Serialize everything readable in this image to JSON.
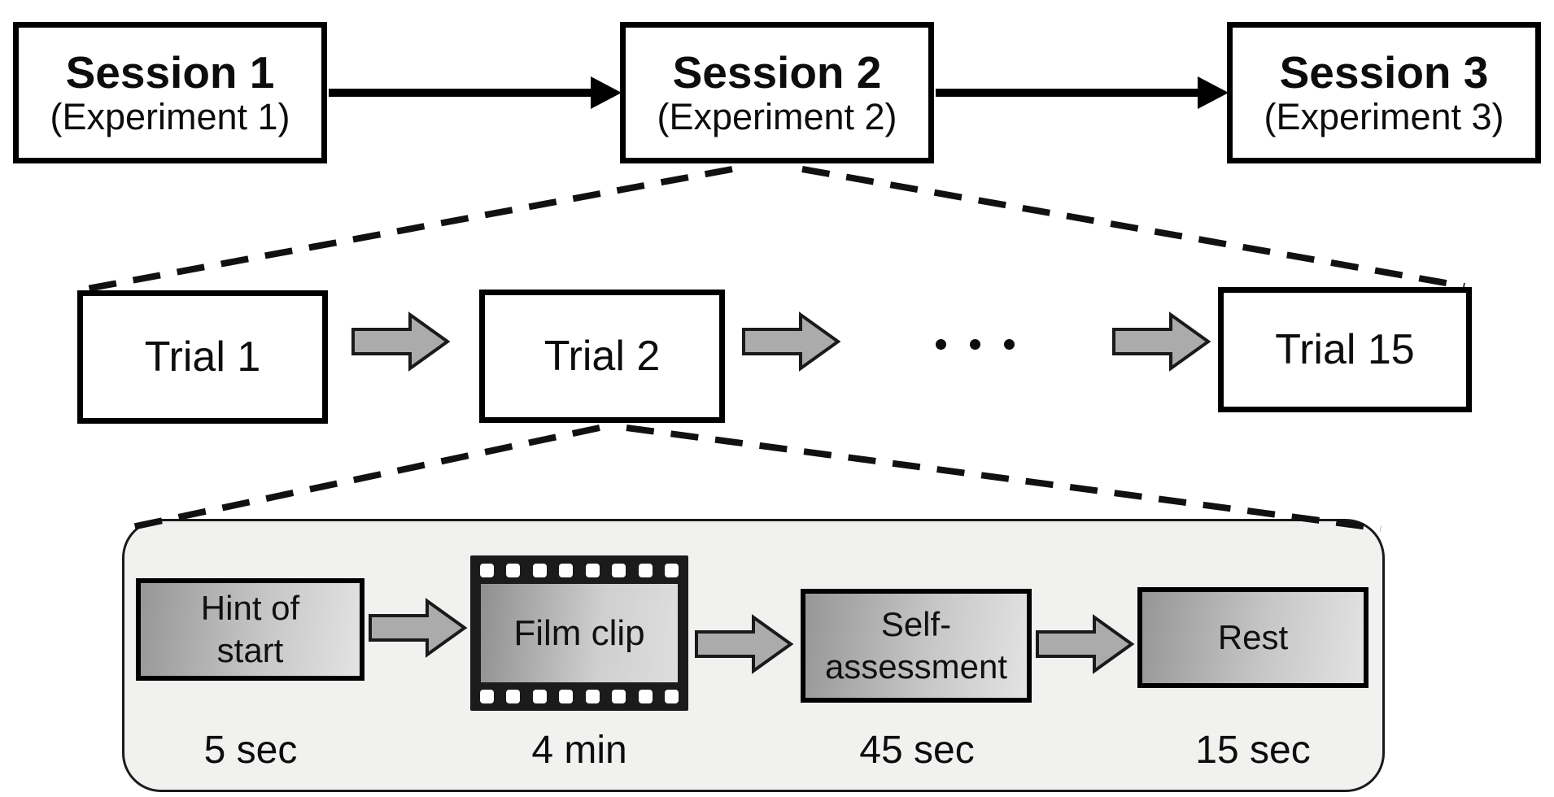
{
  "sessions": [
    {
      "title": "Session 1",
      "subtitle": "(Experiment 1)"
    },
    {
      "title": "Session 2",
      "subtitle": "(Experiment 2)"
    },
    {
      "title": "Session 3",
      "subtitle": "(Experiment 3)"
    }
  ],
  "trials": {
    "first": "Trial 1",
    "second": "Trial 2",
    "last": "Trial 15",
    "ellipsis": "..."
  },
  "steps": [
    {
      "name": "hint-of-start",
      "line1": "Hint of",
      "line2": "start",
      "duration": "5 sec"
    },
    {
      "name": "film-clip",
      "line1": "Film clip",
      "line2": "",
      "duration": "4 min"
    },
    {
      "name": "self-assessment",
      "line1": "Self-",
      "line2": "assessment",
      "duration": "45 sec"
    },
    {
      "name": "rest",
      "line1": "Rest",
      "line2": "",
      "duration": "15 sec"
    }
  ],
  "colors": {
    "background": "#ffffff",
    "box_border": "#000000",
    "panel_fill": "#f1f1f0",
    "block_arrow_fill": "#ababab",
    "step_gradient_start": "#969696",
    "step_gradient_end": "#e3e3e3",
    "film_frame": "#1b1b1b",
    "dashed_line": "#111111"
  }
}
